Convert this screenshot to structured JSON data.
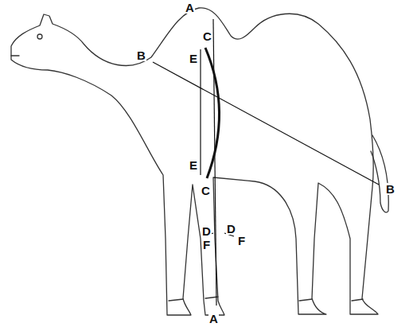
{
  "diagram": {
    "labels": [
      "A",
      "C",
      "B",
      "E",
      "B",
      "E",
      "C",
      "D",
      "D",
      "F",
      "F",
      "A"
    ]
  }
}
